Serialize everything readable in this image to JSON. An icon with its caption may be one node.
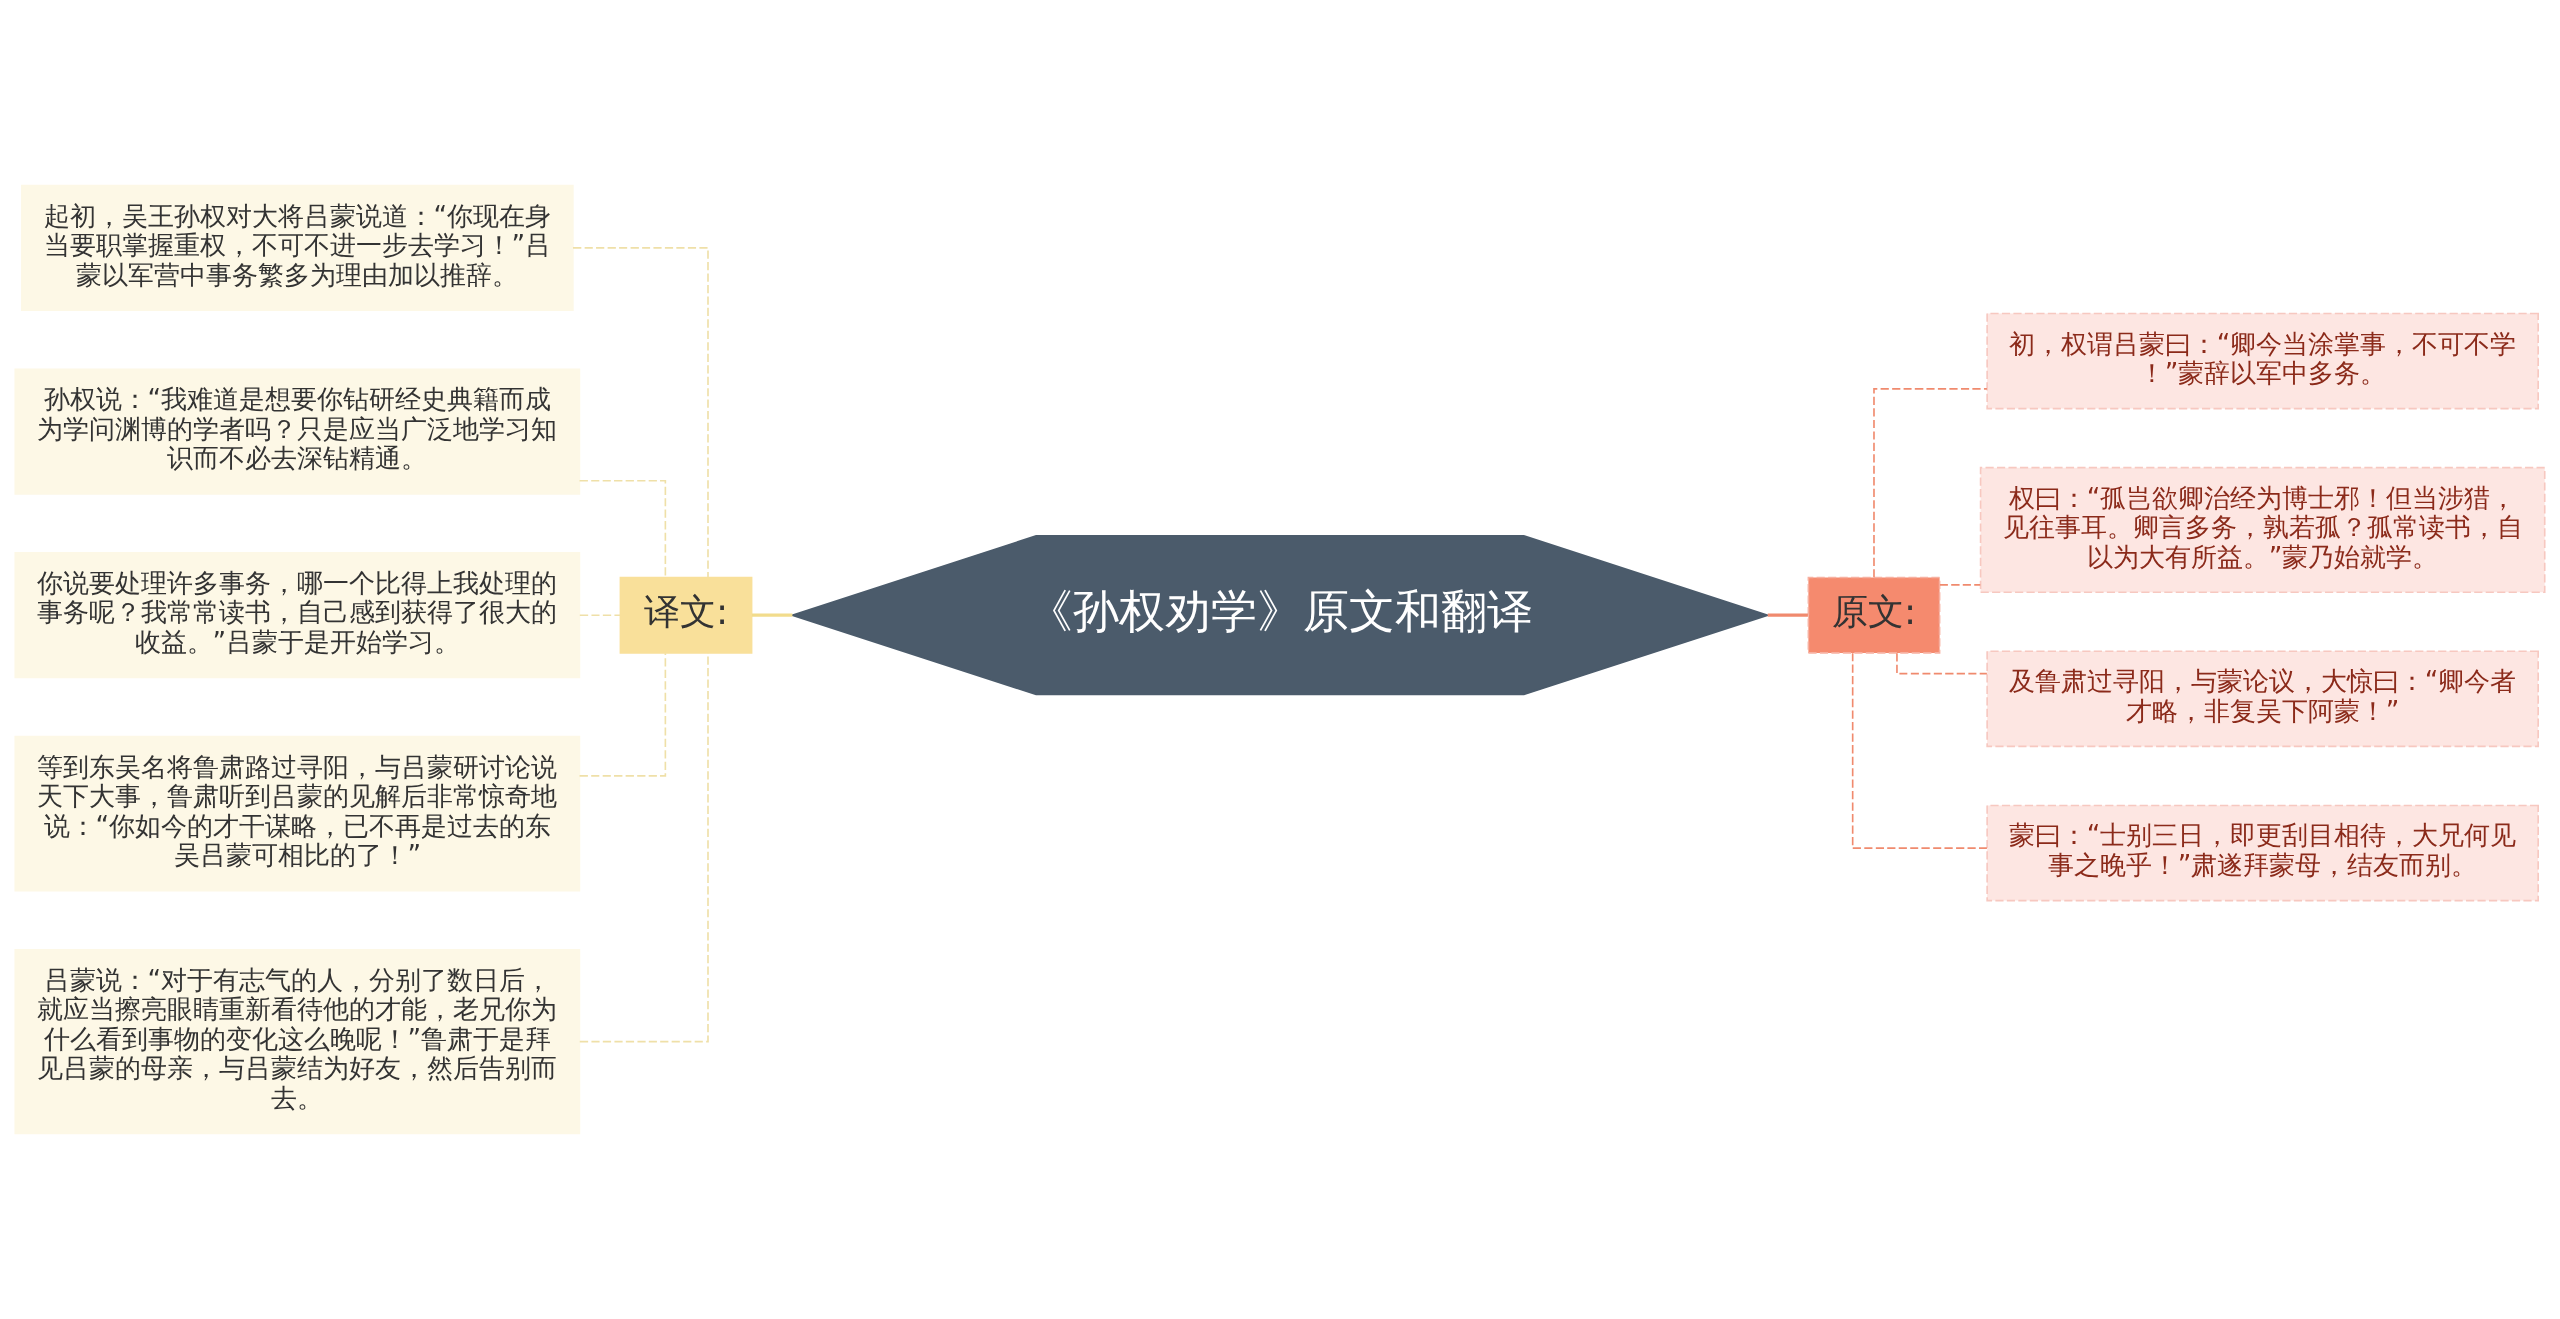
{
  "diagram": {
    "nodes": [
      {
        "text": [
          "《孙权劝学》原文和翻译"
        ]
      },
      {
        "text": [
          "译文:"
        ]
      },
      {
        "text": [
          "起初，吴王孙权对大将吕蒙说道：“你现在身当要职掌握重权，不可不进一步去学习！”吕蒙以军营中事务繁多为理由加以推辞。"
        ]
      },
      {
        "text": [
          "孙权说：“我难道是想要你钻研经史典籍而成为学问渊博的学者吗？只是应当广泛地学习知识而不必去深钻精通。"
        ]
      },
      {
        "text": [
          "你说要处理许多事务，哪一个比得上我处理的事务呢？我常常读书，自己感到获得了很大的收益。”吕蒙于是开始学习。"
        ]
      },
      {
        "text": [
          "等到东吴名将鲁肃路过寻阳，与吕蒙研讨论说天下大事，鲁肃听到吕蒙的见解后非常惊奇地说：“你如今的才干谋略，已不再是过去的东吴吕蒙可相比的了！”"
        ]
      },
      {
        "text": [
          "吕蒙说：“对于有志气的人，分别了数日后，就应当擦亮眼睛重新看待他的才能，老兄你为什么看到事物的变化这么晚呢！”鲁肃于是拜见吕蒙的母亲，与吕蒙结为好友，然后告别而去。"
        ]
      },
      {
        "text": [
          "原文:"
        ]
      },
      {
        "text": [
          "初，权谓吕蒙曰：“卿今当涂掌事，不可不学！”蒙辞以军中多务。"
        ]
      },
      {
        "text": [
          "权曰：“孤岂欲卿治经为博士邪！但当涉猎，见往事耳。卿言多务，孰若孤？孤常读书，自以为大有所益。”蒙乃始就学。"
        ]
      },
      {
        "text": [
          "及鲁肃过寻阳，与蒙论议，大惊曰：“卿今者才略，非复吴下阿蒙！”"
        ]
      },
      {
        "text": [
          "蒙曰：“士别三日，即更刮目相待，大兄何见事之晚乎！”肃遂拜蒙母，结友而别。"
        ]
      }
    ],
    "edges": [
      {
        "from": 0,
        "to": 1,
        "arrow": "none",
        "color": "#f2dc8c"
      },
      {
        "from": 1,
        "to": 2,
        "arrow": "none",
        "style": "dashed",
        "color": "#efe0a8"
      },
      {
        "from": 1,
        "to": 3,
        "arrow": "none",
        "style": "dashed",
        "color": "#efe0a8"
      },
      {
        "from": 1,
        "to": 4,
        "arrow": "none",
        "style": "dashed",
        "color": "#efe0a8"
      },
      {
        "from": 1,
        "to": 5,
        "arrow": "none",
        "style": "dashed",
        "color": "#efe0a8"
      },
      {
        "from": 1,
        "to": 6,
        "arrow": "none",
        "style": "dashed",
        "color": "#efe0a8"
      },
      {
        "from": 0,
        "to": 7,
        "arrow": "none",
        "color": "#f08a6e"
      },
      {
        "from": 7,
        "to": 8,
        "arrow": "none",
        "style": "dashed",
        "color": "#f08a6e"
      },
      {
        "from": 7,
        "to": 9,
        "arrow": "none",
        "style": "dashed",
        "color": "#f08a6e"
      },
      {
        "from": 7,
        "to": 10,
        "arrow": "none",
        "style": "dashed",
        "color": "#f08a6e"
      },
      {
        "from": 7,
        "to": 11,
        "arrow": "none",
        "style": "dashed",
        "color": "#f08a6e"
      }
    ]
  }
}
